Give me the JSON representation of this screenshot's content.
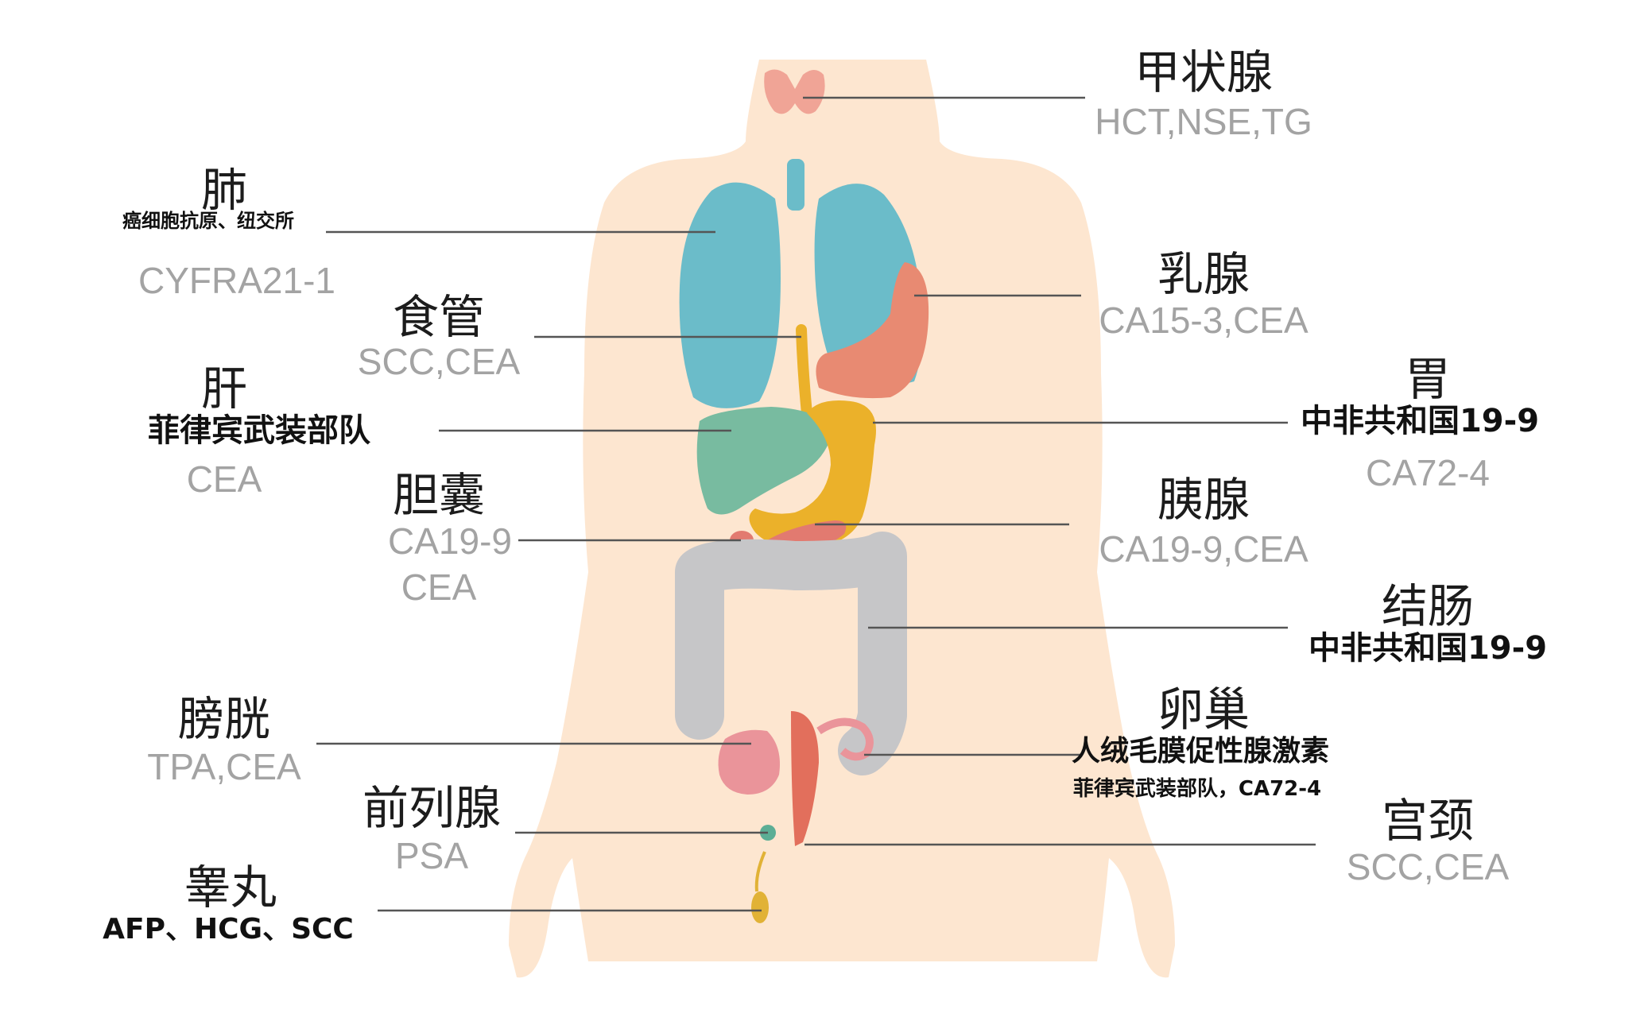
{
  "organs": {
    "thyroid": {
      "name": "甲状腺",
      "markers": "HCT,NSE,TG"
    },
    "lung": {
      "name": "肺",
      "note": "癌细胞抗原、纽交所",
      "markers": "CYFRA21-1"
    },
    "breast": {
      "name": "乳腺",
      "markers": "CA15-3,CEA"
    },
    "esophagus": {
      "name": "食管",
      "markers": "SCC,CEA"
    },
    "liver": {
      "name": "肝",
      "note": "菲律宾武装部队",
      "markers": "CEA"
    },
    "stomach": {
      "name": "胃",
      "note": "中非共和国19-9",
      "markers": "CA72-4"
    },
    "gallbladder": {
      "name": "胆囊",
      "markers_line1": "CA19-9",
      "markers_line2": "CEA"
    },
    "pancreas": {
      "name": "胰腺",
      "markers": "CA19-9,CEA"
    },
    "colon": {
      "name": "结肠",
      "note": "中非共和国19-9"
    },
    "bladder": {
      "name": "膀胱",
      "markers": "TPA,CEA"
    },
    "ovary": {
      "name": "卵巢",
      "note": "人绒毛膜促性腺激素",
      "note2": "菲律宾武装部队，CA72-4"
    },
    "prostate": {
      "name": "前列腺",
      "markers": "PSA"
    },
    "cervix": {
      "name": "宫颈",
      "markers": "SCC,CEA"
    },
    "testis": {
      "name": "睾丸",
      "note": "AFP、HCG、SCC"
    }
  },
  "colors": {
    "skin": "#fde6d0",
    "lung": "#6bbcc9",
    "breast": "#e88a72",
    "liver": "#78bba0",
    "stomach": "#ebb12a",
    "pancreas": "#e27a70",
    "colon": "#c6c6c8",
    "bladder": "#ea949a",
    "uterus": "#e26f5c",
    "prostate": "#5cae95",
    "testis": "#e1b236",
    "leader_line": "#555555"
  }
}
